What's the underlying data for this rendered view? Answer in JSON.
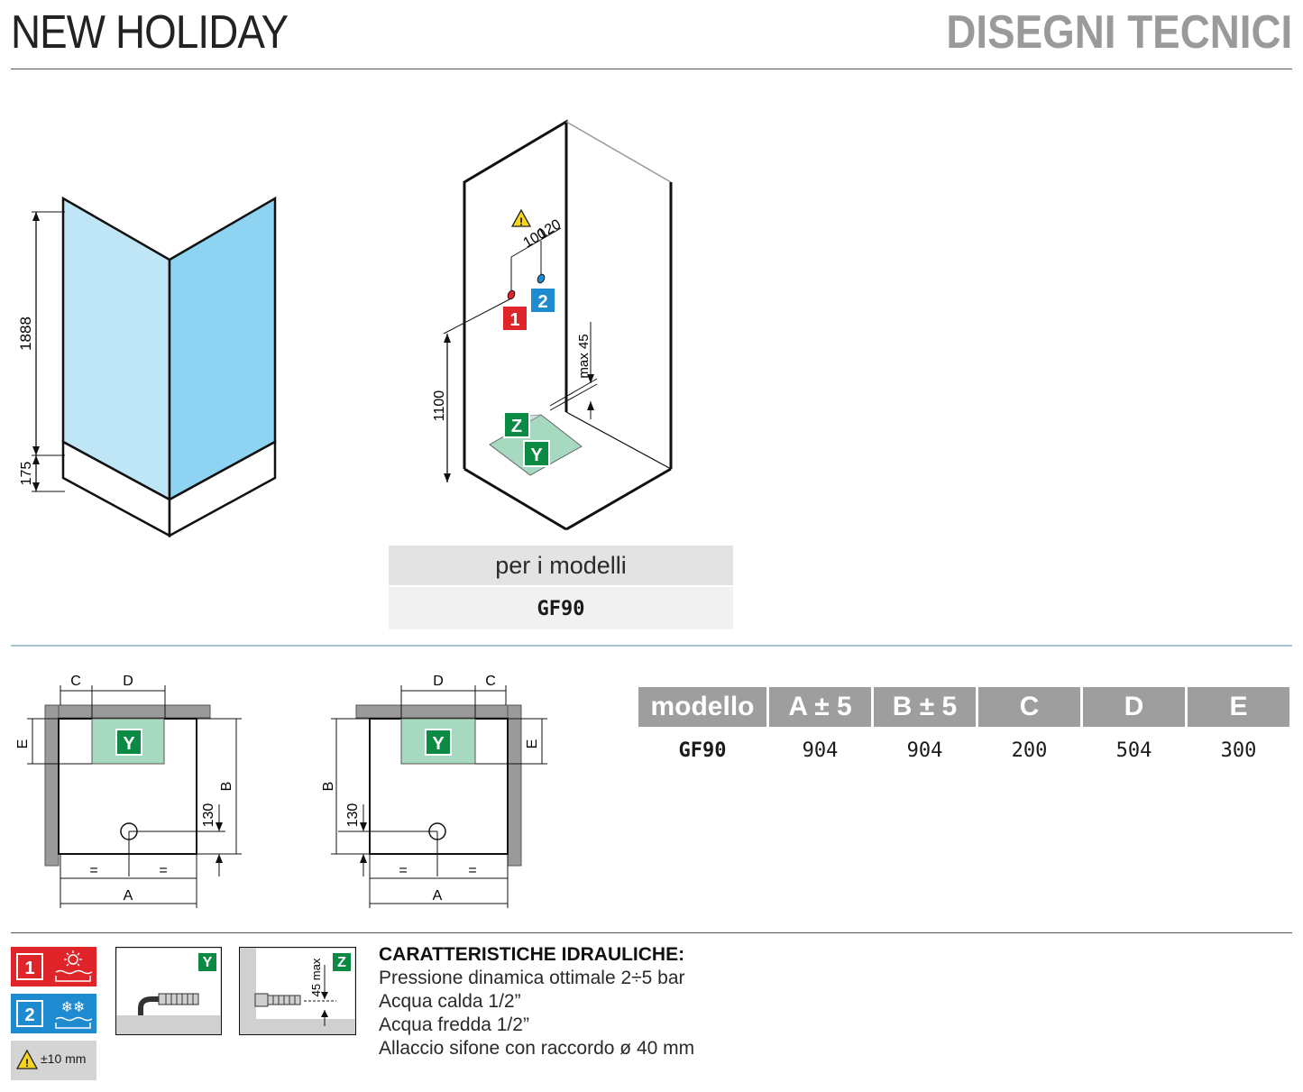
{
  "header": {
    "title_left": "NEW HOLIDAY",
    "title_right": "DISEGNI TECNICI"
  },
  "elevation": {
    "dim_total_height": "1888",
    "dim_base_height": "175"
  },
  "plumbing_view": {
    "dim_spacing_1": "100",
    "dim_spacing_2": "120",
    "dim_height": "1100",
    "dim_max": "max 45",
    "marker_hot": "1",
    "marker_cold": "2",
    "marker_z": "Z",
    "marker_y": "Y"
  },
  "models_box": {
    "heading": "per i modelli",
    "value": "GF90"
  },
  "plan_views": {
    "label_a": "A",
    "label_b": "B",
    "label_c": "C",
    "label_d": "D",
    "label_e": "E",
    "label_y": "Y",
    "dim_130": "130",
    "equal": "="
  },
  "dimension_table": {
    "headers": [
      "modello",
      "A ± 5",
      "B ± 5",
      "C",
      "D",
      "E"
    ],
    "rows": [
      [
        "GF90",
        "904",
        "904",
        "200",
        "504",
        "300"
      ]
    ]
  },
  "legend": {
    "hot_number": "1",
    "cold_number": "2",
    "tolerance": "±10 mm",
    "detail_y_label": "Y",
    "detail_z_label": "Z",
    "detail_z_dim": "45 max"
  },
  "hydraulics": {
    "heading": "CARATTERISTICHE IDRAULICHE:",
    "lines": [
      "Pressione dinamica ottimale 2÷5 bar",
      "Acqua calda 1/2”",
      "Acqua fredda 1/2”",
      "Allaccio sifone con raccordo ø 40 mm"
    ]
  },
  "colors": {
    "glass_left": "#bfe6f7",
    "glass_right": "#8fd3f2",
    "hot_red": "#e0252a",
    "cold_blue": "#1e8ad0",
    "marker_green": "#0a8a43",
    "drain_green": "#a6d9c0",
    "table_header": "#9e9e9e"
  }
}
